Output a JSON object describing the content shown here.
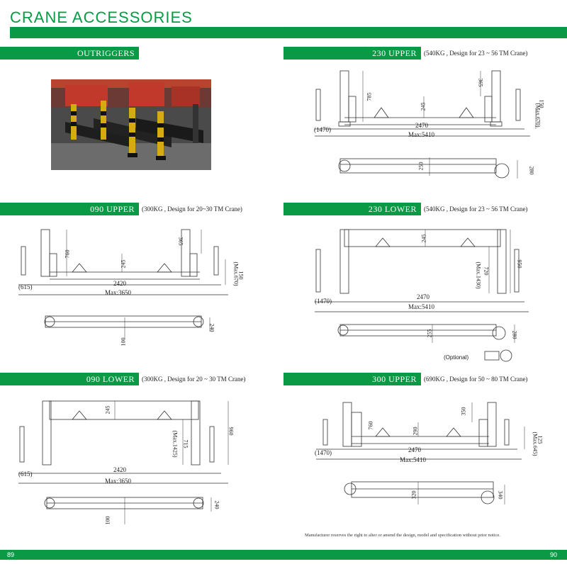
{
  "page_title": "CRANE ACCESSORIES",
  "sections": {
    "outriggers": {
      "label": "OUTRIGGERS"
    },
    "u230": {
      "label": "230 UPPER",
      "note": "(540KG , Design for 23 ~ 56 TM Crane)",
      "dims": {
        "d785": "785",
        "d245": "245",
        "d365": "365",
        "d150": "150",
        "max670": "(Max.670)",
        "d2470": "2470",
        "d1470": "(1470)",
        "max5410": "Max:5410",
        "d250": "250",
        "d280": "280"
      }
    },
    "u090": {
      "label": "090 UPPER",
      "note": "(300KG , Design for 20~30 TM Crane)",
      "dims": {
        "d760": "760",
        "d245": "245",
        "d365": "365",
        "d150": "150",
        "max670": "(Max.670)",
        "d2420": "2420",
        "d615": "(615)",
        "max3650": "Max:3650",
        "d100": "100",
        "d240": "240"
      }
    },
    "l230": {
      "label": "230 LOWER",
      "note": "(540KG , Design for 23 ~ 56 TM Crane)",
      "dims": {
        "d245": "245",
        "d720": "720",
        "max1430": "(Max.1430)",
        "d950": "950",
        "d2470": "2470",
        "d1470": "(1470)",
        "max5410": "Max:5410",
        "d255": "255",
        "d280": "280",
        "optional": "(Optional)"
      }
    },
    "l090": {
      "label": "090 LOWER",
      "note": "(300KG , Design for 20 ~ 30 TM Crane)",
      "dims": {
        "d245": "245",
        "d715": "715",
        "max1425": "(Max.1425)",
        "d960": "960",
        "d2420": "2420",
        "d615": "(615)",
        "max3650": "Max:3650",
        "d100": "100",
        "d240": "240"
      }
    },
    "u300": {
      "label": "300 UPPER",
      "note": "(690KG , Design for 50 ~ 80 TM Crane)",
      "dims": {
        "d760": "760",
        "d290": "290",
        "d350": "350",
        "d125": "125",
        "max645": "(Max.645)",
        "d2470": "2470",
        "d1470": "(1470)",
        "max5410": "Max:5410",
        "d320": "320",
        "d340": "340"
      }
    }
  },
  "disclaimer": "Manufacturer reserves the right to alter or amend the design, model and specification without prior notice.",
  "page_left": "89",
  "page_right": "90",
  "colors": {
    "brand_green": "#0a9a45"
  }
}
